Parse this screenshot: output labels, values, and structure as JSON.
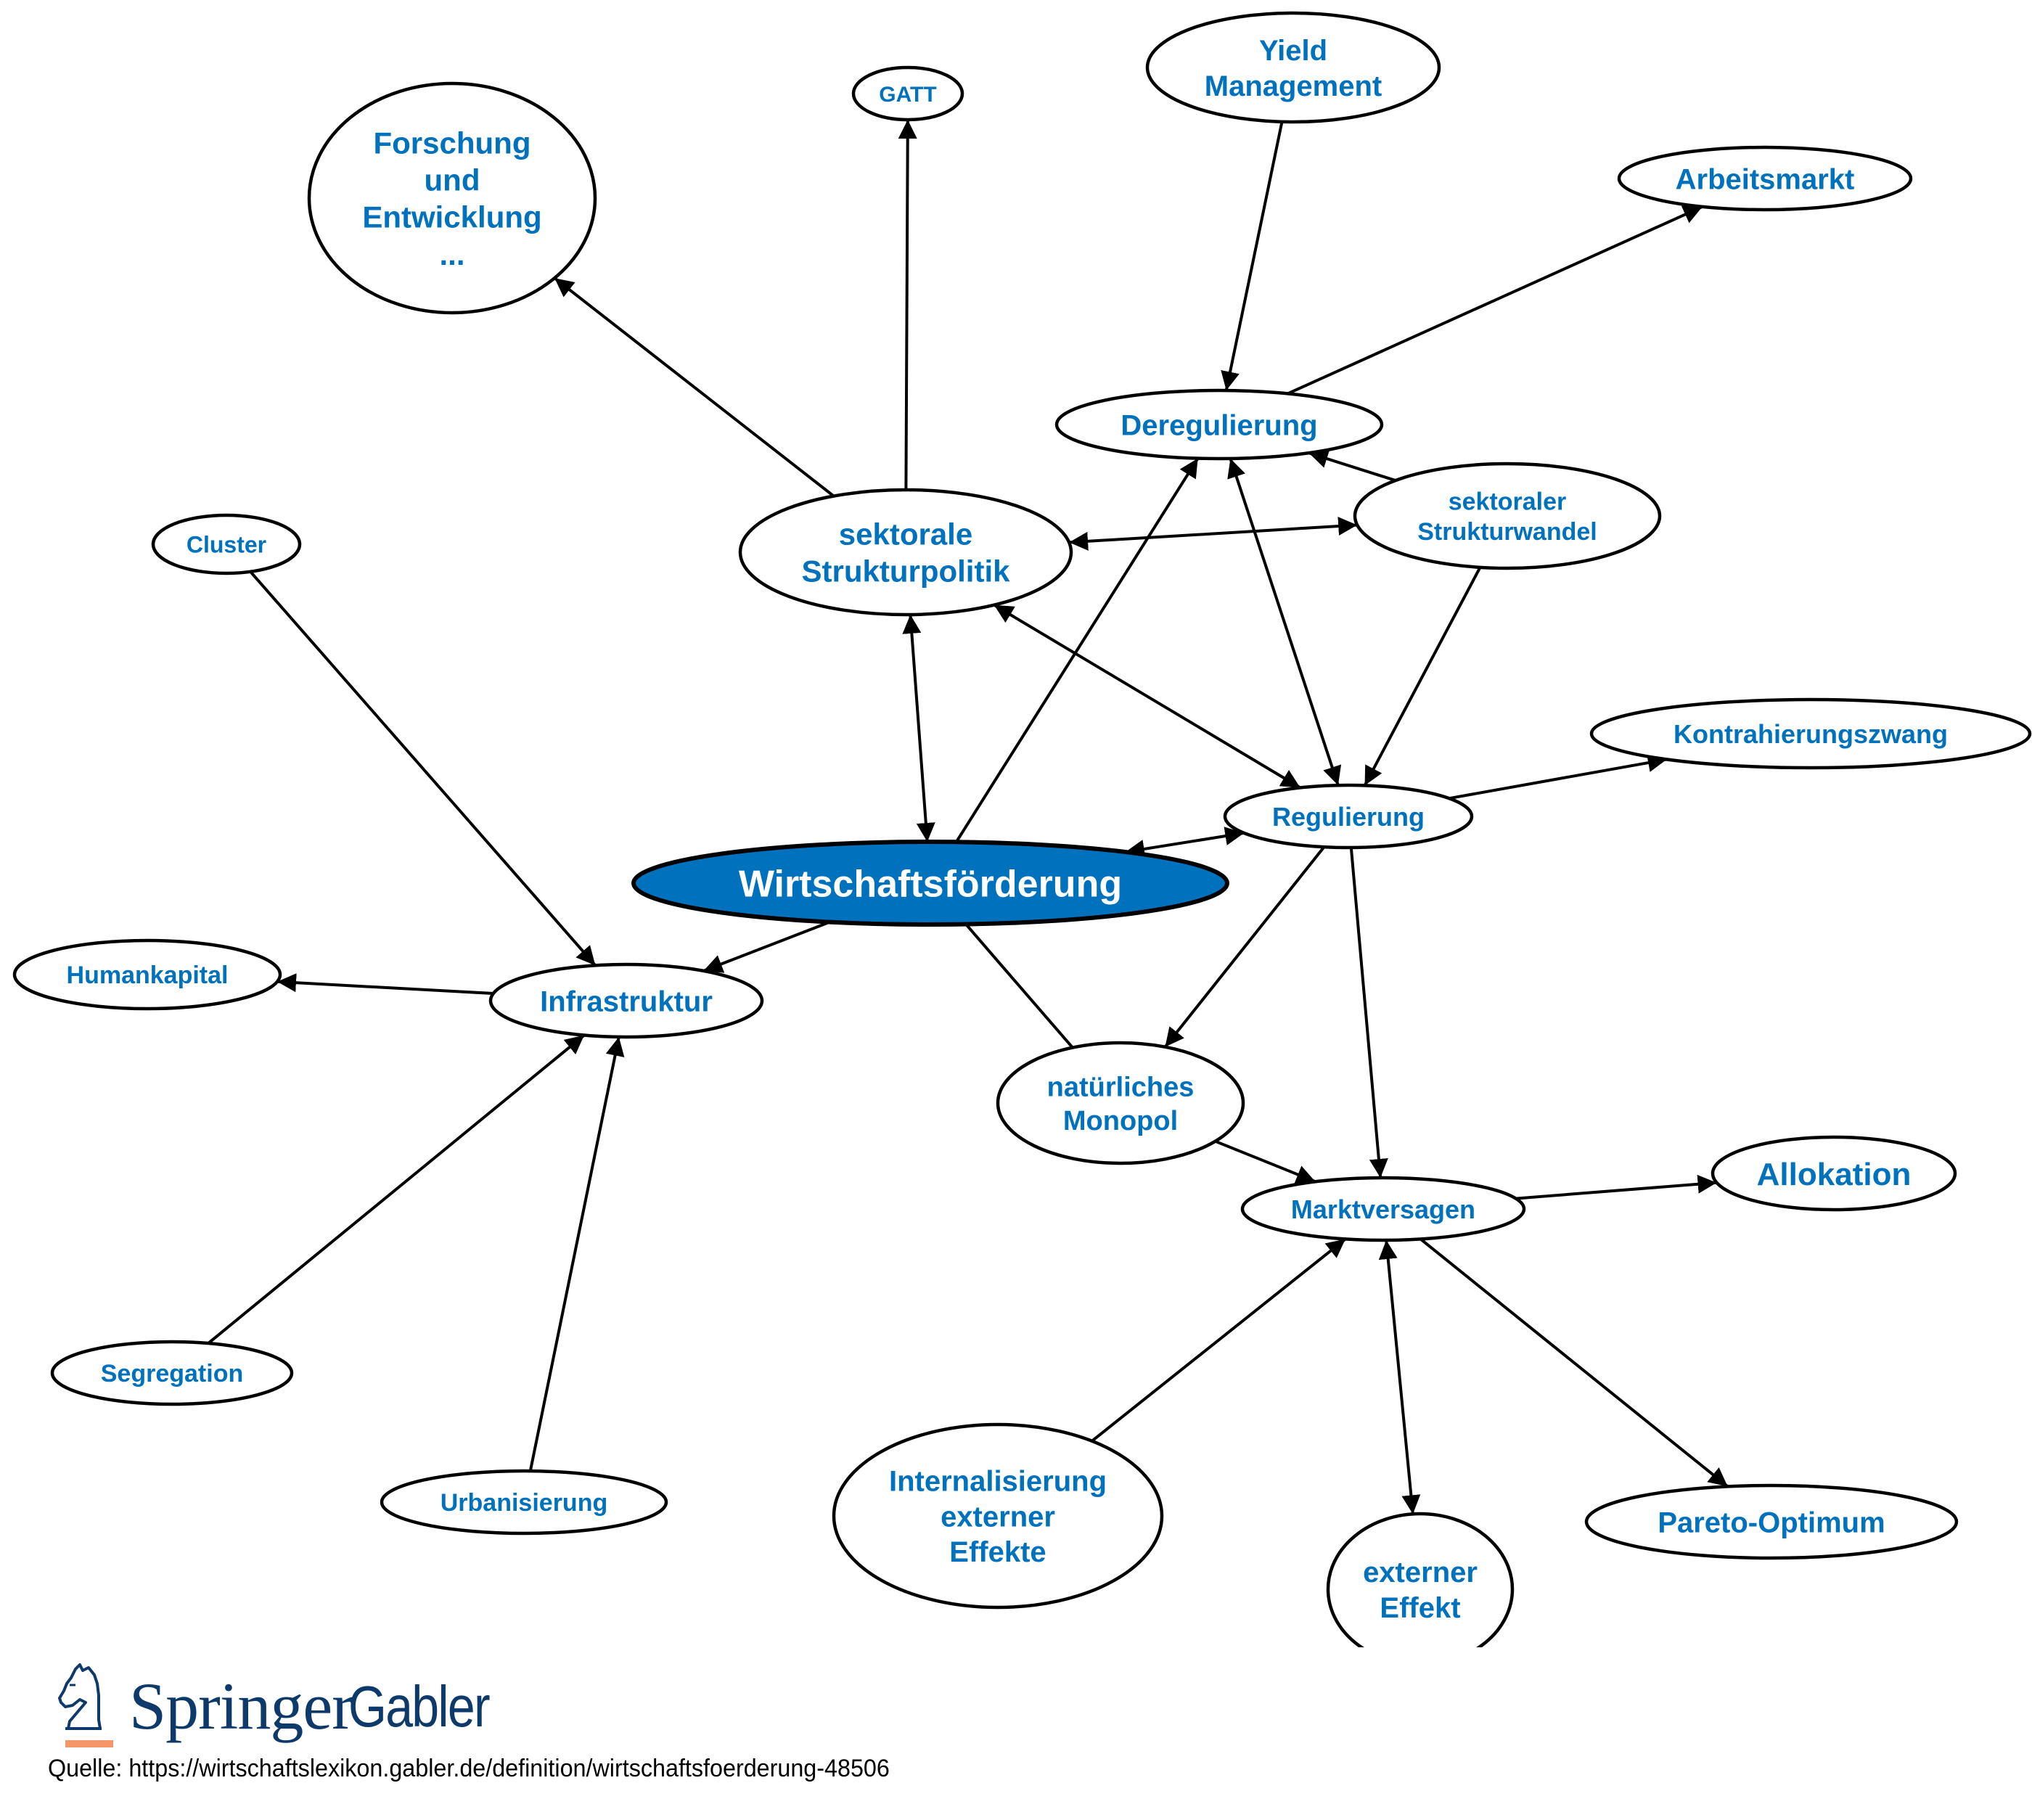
{
  "diagram": {
    "title": "Wirtschaftsförderung",
    "colors": {
      "accent": "#0071bc",
      "node_fill": "#ffffff",
      "stroke": "#000000",
      "central_text": "#ffffff"
    },
    "nodes": [
      {
        "id": "wirtschaftsfoerderung",
        "lines": [
          "Wirtschaftsförderung"
        ],
        "central": true
      },
      {
        "id": "gatt",
        "lines": [
          "GATT"
        ]
      },
      {
        "id": "yield",
        "lines": [
          "Yield",
          "Management"
        ]
      },
      {
        "id": "forschung",
        "lines": [
          "Forschung",
          "und",
          "Entwicklung",
          "..."
        ]
      },
      {
        "id": "arbeitsmarkt",
        "lines": [
          "Arbeitsmarkt"
        ]
      },
      {
        "id": "deregulierung",
        "lines": [
          "Deregulierung"
        ]
      },
      {
        "id": "strukturpolitik",
        "lines": [
          "sektorale",
          "Strukturpolitik"
        ]
      },
      {
        "id": "strukturwandel",
        "lines": [
          "sektoraler",
          "Strukturwandel"
        ]
      },
      {
        "id": "cluster",
        "lines": [
          "Cluster"
        ]
      },
      {
        "id": "kontrahierungszwang",
        "lines": [
          "Kontrahierungszwang"
        ]
      },
      {
        "id": "regulierung",
        "lines": [
          "Regulierung"
        ]
      },
      {
        "id": "humankapital",
        "lines": [
          "Humankapital"
        ]
      },
      {
        "id": "infrastruktur",
        "lines": [
          "Infrastruktur"
        ]
      },
      {
        "id": "monopol",
        "lines": [
          "natürliches",
          "Monopol"
        ]
      },
      {
        "id": "marktversagen",
        "lines": [
          "Marktversagen"
        ]
      },
      {
        "id": "allokation",
        "lines": [
          "Allokation"
        ]
      },
      {
        "id": "segregation",
        "lines": [
          "Segregation"
        ]
      },
      {
        "id": "urbanisierung",
        "lines": [
          "Urbanisierung"
        ]
      },
      {
        "id": "internalisierung",
        "lines": [
          "Internalisierung",
          "externer",
          "Effekte"
        ]
      },
      {
        "id": "externer_effekt",
        "lines": [
          "externer",
          "Effekt"
        ]
      },
      {
        "id": "pareto",
        "lines": [
          "Pareto-Optimum"
        ]
      }
    ],
    "edges": [
      {
        "from": "strukturpolitik",
        "to": "forschung",
        "arrow": "end"
      },
      {
        "from": "strukturpolitik",
        "to": "gatt",
        "arrow": "end"
      },
      {
        "from": "yield",
        "to": "deregulierung",
        "arrow": "end"
      },
      {
        "from": "deregulierung",
        "to": "arbeitsmarkt",
        "arrow": "end"
      },
      {
        "from": "strukturwandel",
        "to": "deregulierung",
        "arrow": "end"
      },
      {
        "from": "strukturpolitik",
        "to": "strukturwandel",
        "arrow": "both"
      },
      {
        "from": "strukturwandel",
        "to": "regulierung",
        "arrow": "end"
      },
      {
        "from": "deregulierung",
        "to": "regulierung",
        "arrow": "both"
      },
      {
        "from": "strukturpolitik",
        "to": "regulierung",
        "arrow": "both"
      },
      {
        "from": "strukturpolitik",
        "to": "wirtschaftsfoerderung",
        "arrow": "both"
      },
      {
        "from": "wirtschaftsfoerderung",
        "to": "deregulierung",
        "arrow": "end"
      },
      {
        "from": "wirtschaftsfoerderung",
        "to": "regulierung",
        "arrow": "both"
      },
      {
        "from": "regulierung",
        "to": "kontrahierungszwang",
        "arrow": "end"
      },
      {
        "from": "cluster",
        "to": "infrastruktur",
        "arrow": "end"
      },
      {
        "from": "wirtschaftsfoerderung",
        "to": "infrastruktur",
        "arrow": "end"
      },
      {
        "from": "infrastruktur",
        "to": "humankapital",
        "arrow": "end"
      },
      {
        "from": "segregation",
        "to": "infrastruktur",
        "arrow": "end"
      },
      {
        "from": "urbanisierung",
        "to": "infrastruktur",
        "arrow": "end"
      },
      {
        "from": "wirtschaftsfoerderung",
        "to": "monopol",
        "arrow": "none"
      },
      {
        "from": "regulierung",
        "to": "monopol",
        "arrow": "end"
      },
      {
        "from": "regulierung",
        "to": "marktversagen",
        "arrow": "end"
      },
      {
        "from": "monopol",
        "to": "marktversagen",
        "arrow": "end"
      },
      {
        "from": "marktversagen",
        "to": "allokation",
        "arrow": "end"
      },
      {
        "from": "internalisierung",
        "to": "marktversagen",
        "arrow": "end"
      },
      {
        "from": "marktversagen",
        "to": "externer_effekt",
        "arrow": "both"
      },
      {
        "from": "marktversagen",
        "to": "pareto",
        "arrow": "end"
      }
    ]
  },
  "footer": {
    "logo_brand": "Springer",
    "logo_imprint": "Gabler",
    "source": "Quelle: https://wirtschaftslexikon.gabler.de/definition/wirtschaftsfoerderung-48506"
  }
}
